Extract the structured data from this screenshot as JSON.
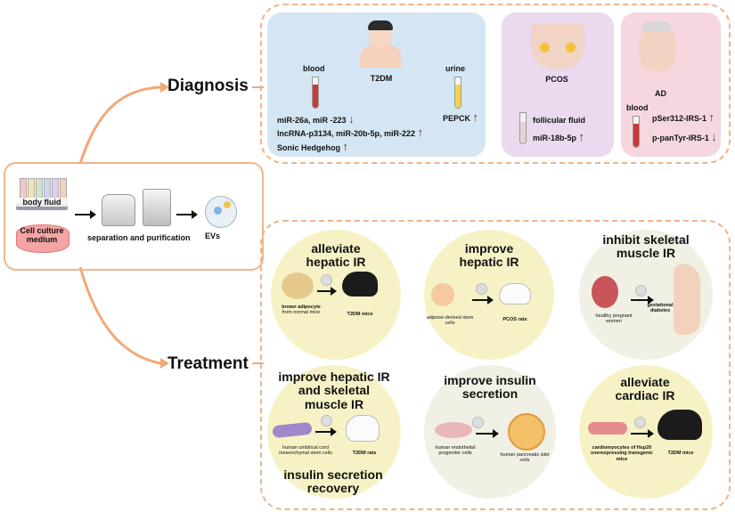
{
  "colors": {
    "dashed_border": "#f0b48a",
    "t2dm_panel": "#d4e6f3",
    "pcos_panel": "#ead9ef",
    "ad_panel": "#f6d6df",
    "treatment_circle": "#f7f2c6",
    "treatment_circle_2": "#f0f0e4",
    "up_arrow": "#7a1f2a",
    "down_arrow": "#2c4f9e",
    "connector": "#f2a877"
  },
  "source": {
    "body_fluid": "body fluid",
    "cell_culture_medium": "Cell culture medium",
    "separation": "separation and purification",
    "evs": "EVs"
  },
  "diagnosis": {
    "title": "Diagnosis",
    "t2dm": {
      "label": "T2DM",
      "blood": "blood",
      "urine": "urine",
      "row1": "miR-26a, miR -223",
      "row2": "lncRNA-p3134, miR-20b-5p, miR-222",
      "row3": "Sonic Hedgehog",
      "pepck": "PEPCK"
    },
    "pcos": {
      "label": "PCOS",
      "fluid": "follicular fluid",
      "marker": "miR-18b-5p"
    },
    "ad": {
      "label": "AD",
      "blood": "blood",
      "marker1": "pSer312-IRS-1",
      "marker2": "p-panTyr-IRS-1"
    }
  },
  "treatment": {
    "title": "Treatment",
    "c1": {
      "title": "alleviate hepatic IR",
      "source": "brown adipocyte",
      "source_sub": "from normal mice",
      "target": "T2DM mice"
    },
    "c2": {
      "title": "improve hepatic IR",
      "source": "adipose-derived stem cells",
      "target": "PCOS rats"
    },
    "c3": {
      "title": "inhibit skeletal muscle IR",
      "source": "healthy pregnant women",
      "target": "gestational diabetes"
    },
    "c4": {
      "title": "improve hepatic IR and skeletal muscle IR",
      "source": "human umbilical cord mesenchymal stem cells",
      "target": "T2DM rats",
      "extra": "insulin secretion recovery"
    },
    "c5": {
      "title": "improve insulin secretion",
      "source": "human endothelial progenitor cells",
      "target": "human pancreatic islet cells"
    },
    "c6": {
      "title": "alleviate cardiac IR",
      "source": "cardiomyocytes of Hsp20 overexpressing transgenic mice",
      "target": "T2DM mice"
    }
  }
}
